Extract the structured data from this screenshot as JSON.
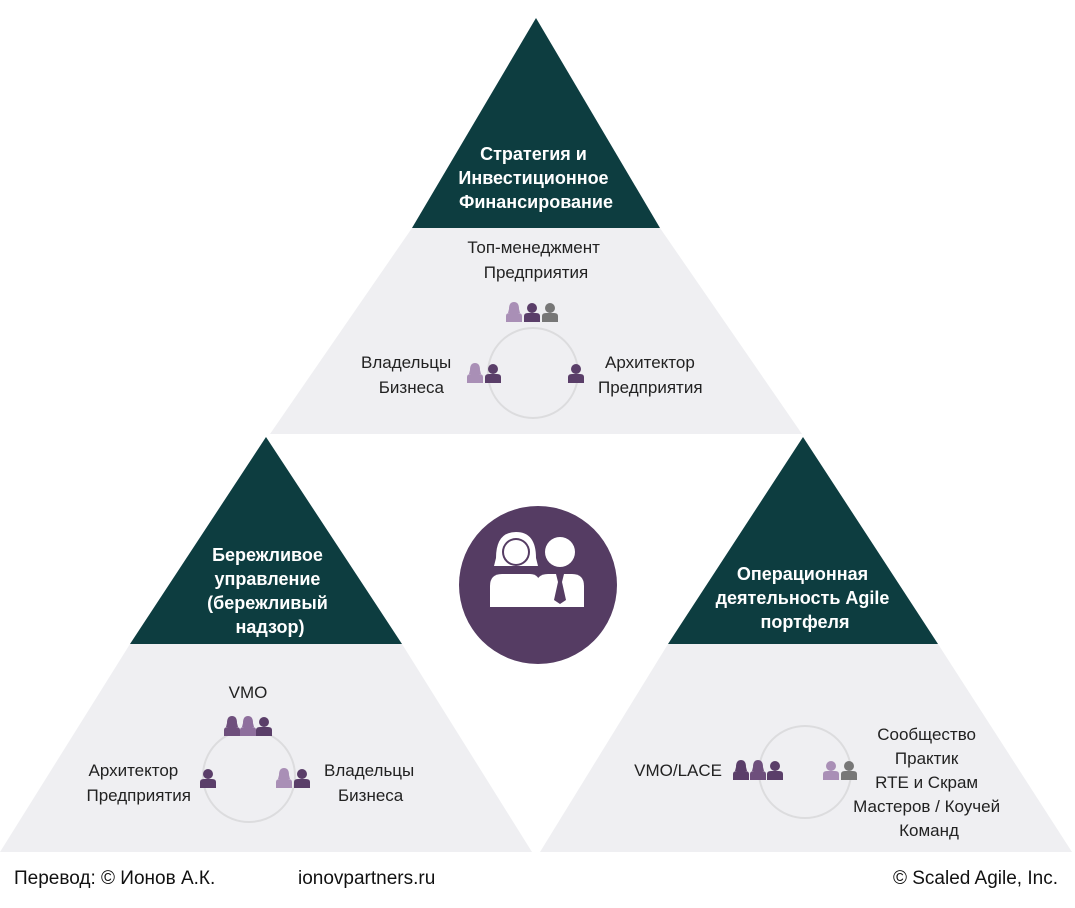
{
  "colors": {
    "teal": "#0d3d40",
    "panel": "#efeff2",
    "purple_dark": "#5a3e69",
    "purple_light": "#a98fb6",
    "purple_circle": "#553c63"
  },
  "top": {
    "apex": [
      "Стратегия и",
      "Инвестиционное",
      "Финансирование"
    ],
    "role_top": [
      "Топ-менеджмент",
      "Предприятия"
    ],
    "role_left": [
      "Владельцы",
      "Бизнеса"
    ],
    "role_right": [
      "Архитектор",
      "Предприятия"
    ]
  },
  "left": {
    "apex": [
      "Бережливое",
      "управление",
      "(бережливый",
      "надзор)"
    ],
    "role_top": [
      "VMO"
    ],
    "role_left": [
      "Архитектор",
      "Предприятия"
    ],
    "role_right": [
      "Владельцы",
      "Бизнеса"
    ]
  },
  "right": {
    "apex": [
      "Операционная",
      "деятельность Agile",
      "портфеля"
    ],
    "role_left": [
      "VMO/LACE"
    ],
    "role_right": [
      "Сообщество",
      "Практик",
      "RTE и Скрам",
      "Мастеров / Коучей",
      "Команд"
    ]
  },
  "center": {
    "icon": "people-icon"
  },
  "footer": {
    "translation": "Перевод: © Ионов А.К.",
    "site": "ionovpartners.ru",
    "copyright": "© Scaled Agile,  Inc."
  }
}
